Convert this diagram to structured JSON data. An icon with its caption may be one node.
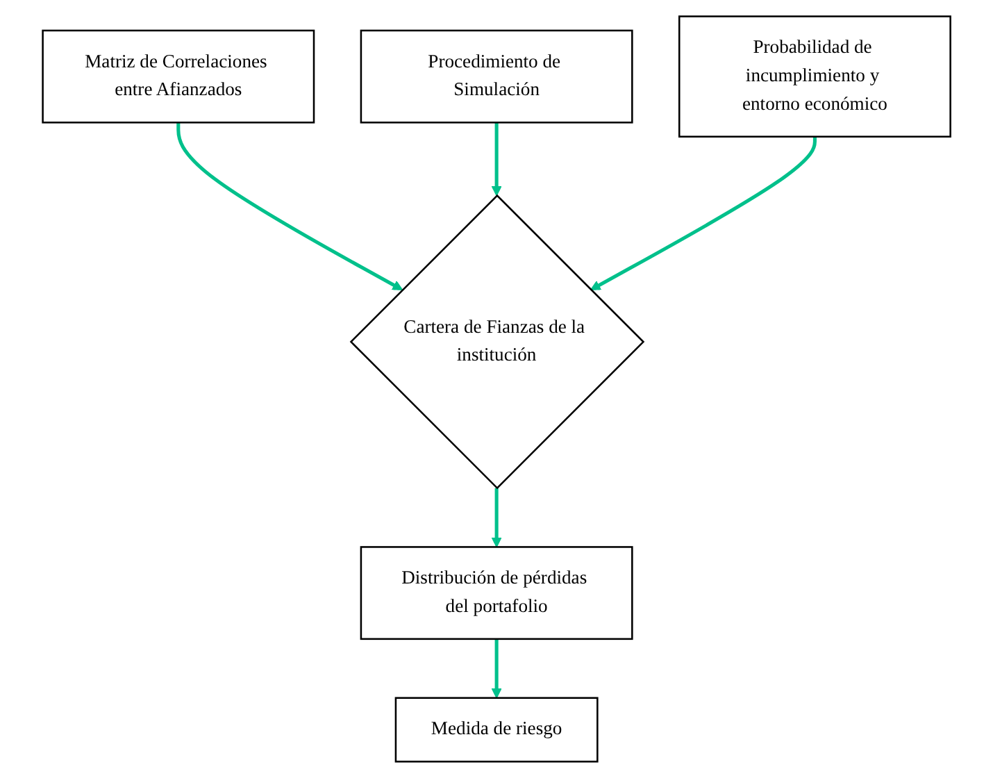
{
  "diagram": {
    "nodes": [
      {
        "text": [
          "Matriz de Correlaciones entre Afianzados"
        ]
      },
      {
        "text": [
          "Procedimiento de Simulación"
        ]
      },
      {
        "text": [
          "Cartera de Fianzas de la institución"
        ]
      },
      {
        "text": [
          "Probabilidad de incumplimiento y entorno económico"
        ]
      },
      {
        "text": [
          "Distribución de pérdidas del portafolio"
        ]
      },
      {
        "text": [
          "Medida de riesgo"
        ]
      }
    ],
    "edges": [
      {
        "from": 0,
        "to": 2,
        "arrow": "to"
      },
      {
        "from": 1,
        "to": 2,
        "arrow": "to"
      },
      {
        "from": 3,
        "to": 2,
        "arrow": "to"
      },
      {
        "from": 2,
        "to": 4,
        "arrow": "to"
      },
      {
        "from": 4,
        "to": 5,
        "arrow": "to"
      }
    ]
  }
}
